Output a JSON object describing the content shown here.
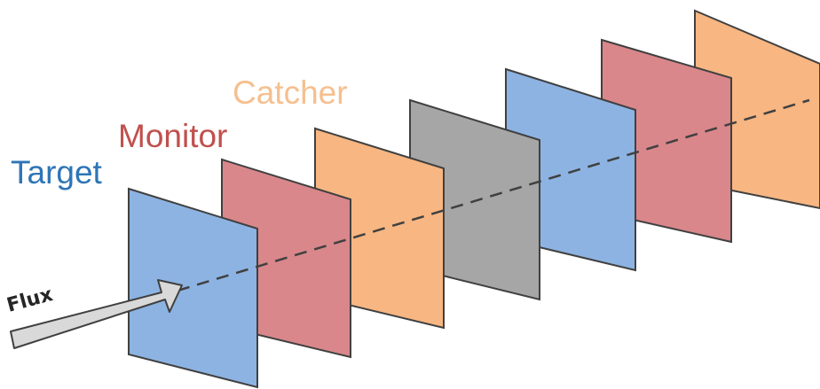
{
  "legend": {
    "target": "Target",
    "monitor": "Monitor",
    "catcher": "Catcher"
  },
  "flux_label": "Flux",
  "colors": {
    "target": "#8db3e2",
    "target_text": "#2e75b6",
    "monitor": "#d9878b",
    "monitor_text": "#c0504d",
    "catcher": "#f7b682",
    "catcher_text": "#f5c08f",
    "spacer": "#a6a6a6",
    "edge": "#404040",
    "beam_line": "#404040",
    "arrow_fill": "#d9d9d9",
    "flux_text": "#262626"
  },
  "foil_stack": [
    "target",
    "monitor",
    "catcher",
    "spacer",
    "target",
    "monitor",
    "catcher"
  ]
}
